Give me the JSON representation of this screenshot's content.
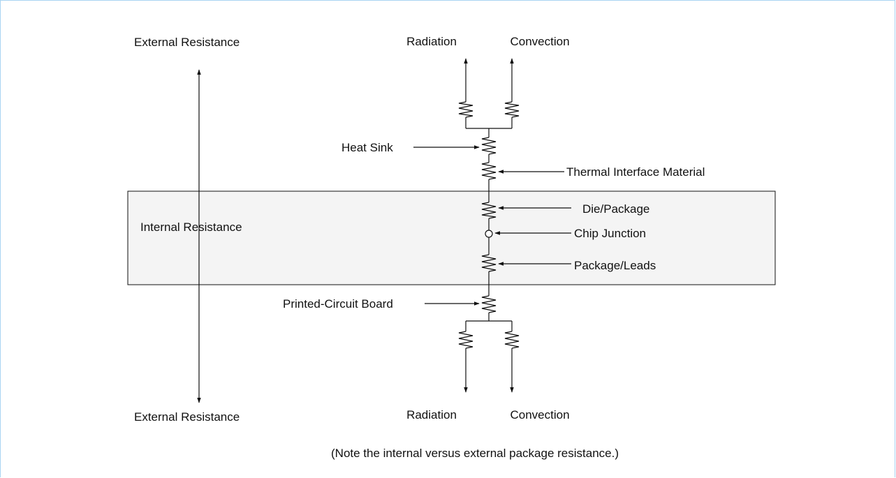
{
  "labels": {
    "external_top": "External Resistance",
    "external_bottom": "External Resistance",
    "internal": "Internal Resistance",
    "radiation_top": "Radiation",
    "convection_top": "Convection",
    "radiation_bottom": "Radiation",
    "convection_bottom": "Convection",
    "heat_sink": "Heat Sink",
    "thermal_interface": "Thermal Interface Material",
    "die_package": "Die/Package",
    "chip_junction": "Chip Junction",
    "package_leads": "Package/Leads",
    "pcb": "Printed-Circuit Board",
    "caption": "(Note the internal versus external package resistance.)"
  },
  "colors": {
    "frame_border": "#a9d4f2",
    "internal_box_fill": "#f4f4f4",
    "line": "#111111"
  }
}
